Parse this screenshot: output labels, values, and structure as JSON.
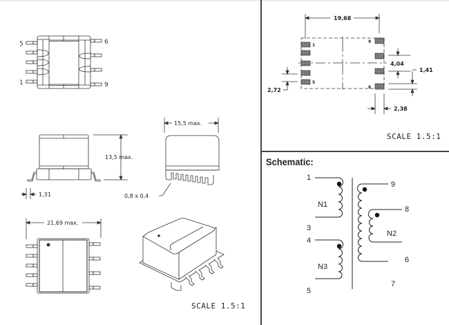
{
  "top_view": {
    "pins_left": [
      "5",
      "1"
    ],
    "pins_right": [
      "6",
      "9"
    ]
  },
  "footprint": {
    "dims": {
      "width": "19,68",
      "pitch": "4,04",
      "pad_height": "1,41",
      "pad_gap": "2,72",
      "pad_width": "2,38"
    },
    "pad_labels": [
      "1",
      "5",
      "9",
      "6"
    ],
    "scale": "SCALE  1.5:1"
  },
  "side_view": {
    "height": "13,5  max.",
    "lead_offset": "1,31"
  },
  "end_view": {
    "width": "15,5  max.",
    "lead_size": "0,8  x  0,4"
  },
  "bottom_view": {
    "length": "21,69  max."
  },
  "iso_view": {
    "scale": "SCALE  1.5:1"
  },
  "schematic": {
    "title": "Schematic:",
    "pins": [
      "1",
      "3",
      "4",
      "5",
      "9",
      "8",
      "6",
      "7"
    ],
    "windings": [
      "N1",
      "N2",
      "N3"
    ]
  }
}
